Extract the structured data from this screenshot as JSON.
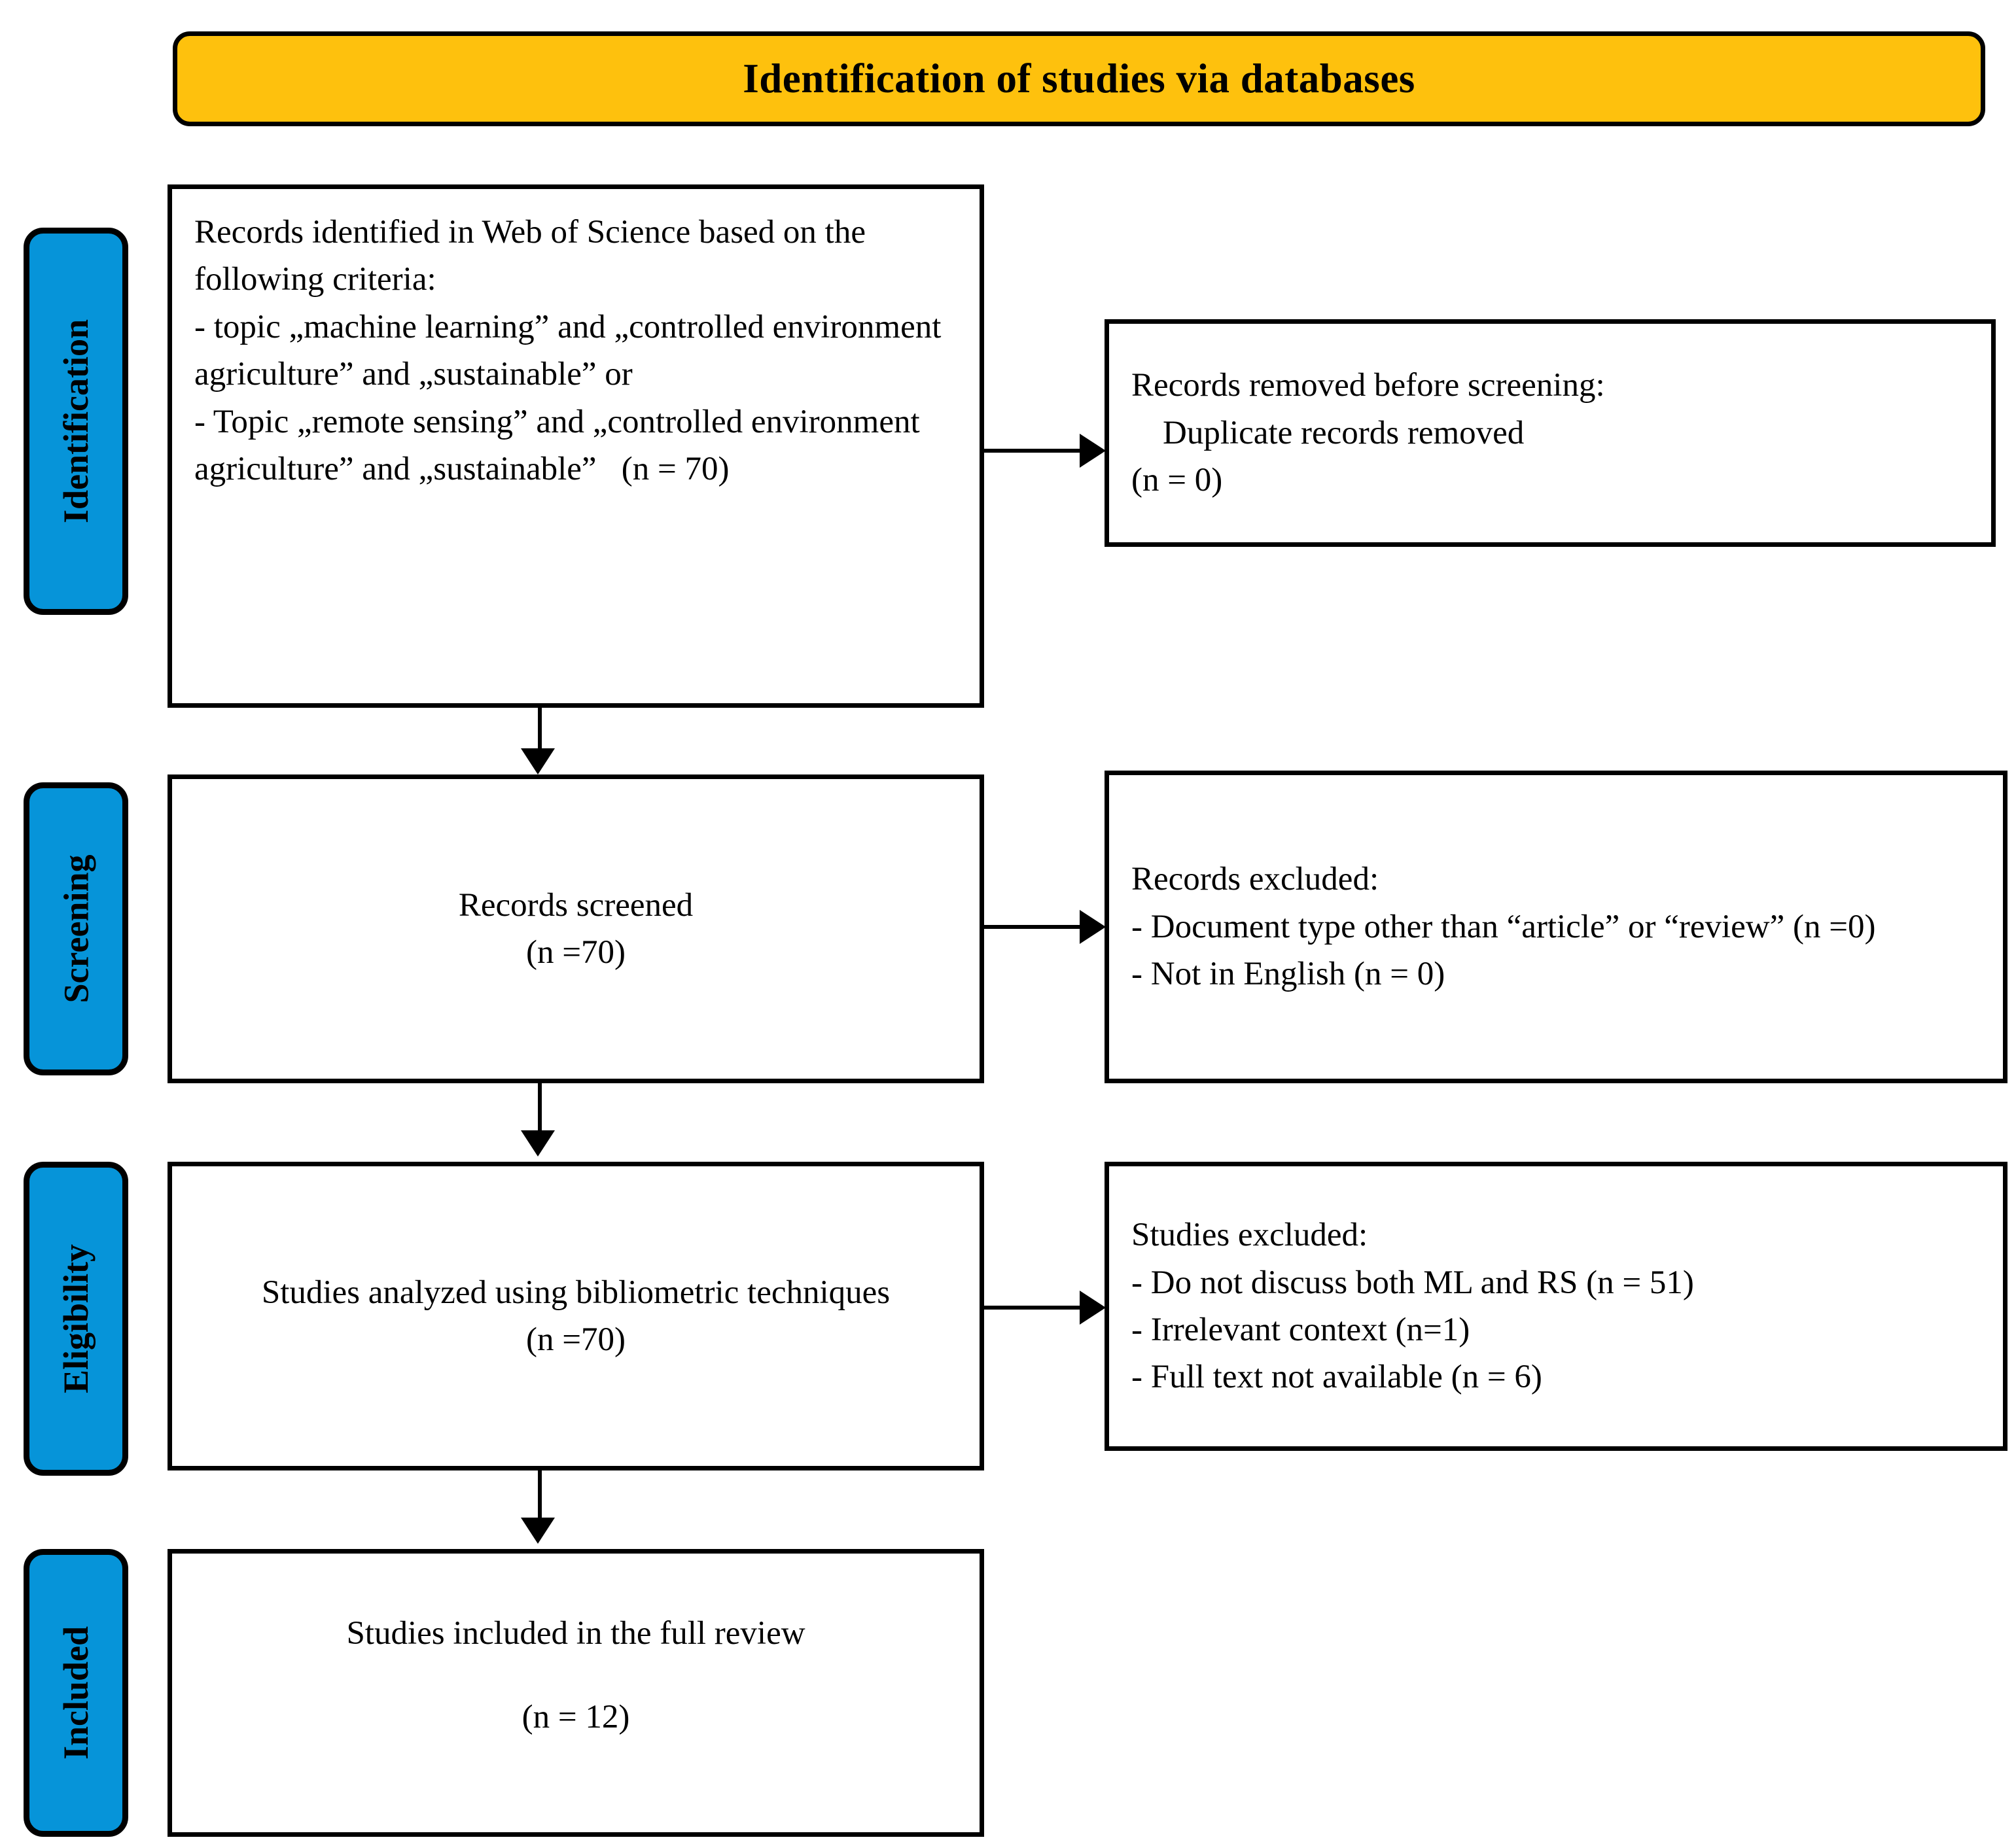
{
  "banner": {
    "title": "Identification of studies via databases",
    "fill_color": "#FEC10D",
    "border_color": "#000000"
  },
  "stages": [
    {
      "id": "identification",
      "label": "Identification"
    },
    {
      "id": "screening",
      "label": "Screening"
    },
    {
      "id": "eligibility",
      "label": "Eligibility"
    },
    {
      "id": "included",
      "label": "Included"
    }
  ],
  "stage_tab_color": "#0694D9",
  "boxes": {
    "identified": {
      "name": "Records identified",
      "text": "Records identified in Web of Science based on the following criteria:\n- topic „machine learning” and „controlled environment agriculture” and „sustainable” or\n- Topic „remote sensing” and „controlled environment agriculture” and „sustainable”   (n = 70)",
      "count": 70
    },
    "removed": {
      "name": "Records removed before screening",
      "line1": "Records removed before screening:",
      "line2": "Duplicate records removed",
      "line3": "(n = 0)",
      "count": 0
    },
    "screened": {
      "name": "Records screened",
      "line1": "Records screened",
      "line2": "(n =70)",
      "count": 70
    },
    "excluded_records": {
      "name": "Records excluded",
      "line1": "Records excluded:",
      "line2": "- Document type other than “article” or “review” (n =0)",
      "line3": "- Not in English (n = 0)",
      "counts": {
        "document_type": 0,
        "not_english": 0
      }
    },
    "analyzed": {
      "name": "Studies analyzed using bibliometric techniques",
      "line1": "Studies analyzed using bibliometric techniques",
      "line2": "(n =70)",
      "count": 70
    },
    "excluded_studies": {
      "name": "Studies excluded",
      "line1": "Studies excluded:",
      "line2": "- Do not discuss both ML and RS (n = 51)",
      "line3": "- Irrelevant context (n=1)",
      "line4": "- Full text not available (n = 6)",
      "counts": {
        "no_ml_rs": 51,
        "irrelevant_context": 1,
        "no_full_text": 6
      }
    },
    "included": {
      "name": "Studies included in the full review",
      "line1": "Studies included in the full review",
      "line2": "(n = 12)",
      "count": 12
    }
  },
  "chart_data": {
    "type": "diagram",
    "title": "Identification of studies via databases",
    "diagram_kind": "PRISMA flow diagram",
    "nodes": [
      {
        "stage": "Identification",
        "label": "Records identified in Web of Science",
        "n": 70
      },
      {
        "stage": "Identification",
        "label": "Duplicate records removed",
        "n": 0
      },
      {
        "stage": "Screening",
        "label": "Records screened",
        "n": 70
      },
      {
        "stage": "Screening",
        "label": "Document type other than article or review",
        "n": 0
      },
      {
        "stage": "Screening",
        "label": "Not in English",
        "n": 0
      },
      {
        "stage": "Eligibility",
        "label": "Studies analyzed using bibliometric techniques",
        "n": 70
      },
      {
        "stage": "Eligibility",
        "label": "Do not discuss both ML and RS",
        "n": 51
      },
      {
        "stage": "Eligibility",
        "label": "Irrelevant context",
        "n": 1
      },
      {
        "stage": "Eligibility",
        "label": "Full text not available",
        "n": 6
      },
      {
        "stage": "Included",
        "label": "Studies included in the full review",
        "n": 12
      }
    ]
  }
}
